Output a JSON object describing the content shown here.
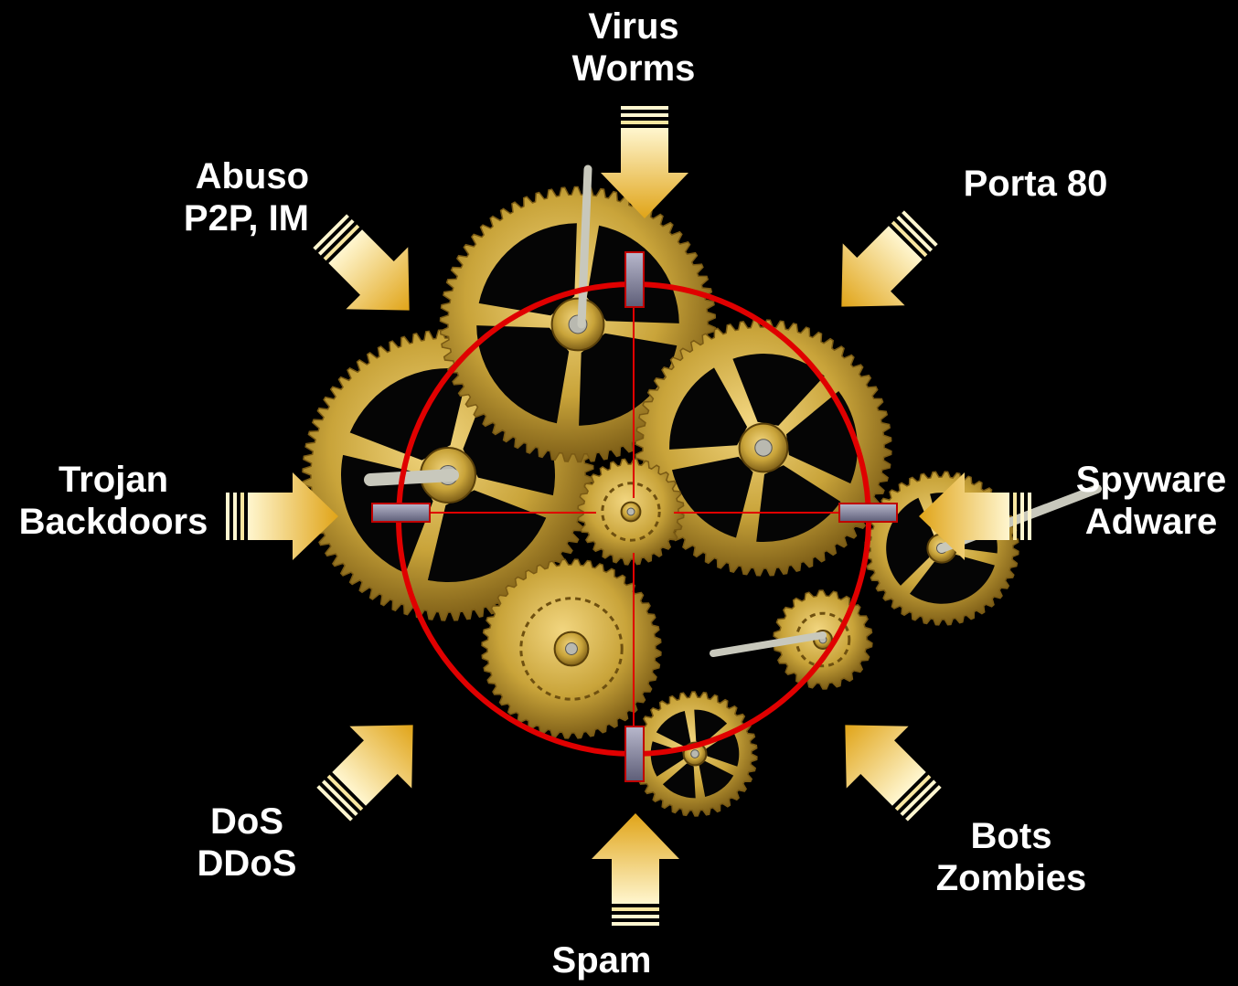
{
  "threats": {
    "virus": [
      "Virus",
      "Worms"
    ],
    "porta": [
      "Porta 80"
    ],
    "abuso": [
      "Abuso",
      "P2P, IM"
    ],
    "trojan": [
      "Trojan",
      "Backdoors"
    ],
    "spyware": [
      "Spyware",
      "Adware"
    ],
    "dos": [
      "DoS",
      "DDoS"
    ],
    "bots": [
      "Bots",
      "Zombies"
    ],
    "spam": [
      "Spam"
    ]
  },
  "colors": {
    "background": "#000000",
    "label": "#ffffff",
    "crosshair": "#e00000",
    "gear_brass": "#c9a43a",
    "gear_dark": "#7a5a14",
    "arrow_light": "#fff6cf",
    "arrow_gold": "#e0a418"
  }
}
